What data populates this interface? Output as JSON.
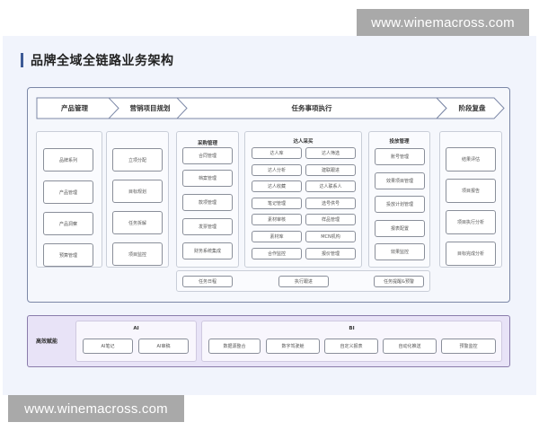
{
  "watermark": {
    "text": "www.winemacross.com"
  },
  "page": {
    "title": "品牌全域全链路业务架构"
  },
  "stages": [
    {
      "label": "产品管理"
    },
    {
      "label": "营销项目规划"
    },
    {
      "label": "任务事项执行"
    },
    {
      "label": "阶段复盘"
    }
  ],
  "product_management": {
    "items": [
      "品牌系列",
      "产品管理",
      "产品洞察",
      "预算管理"
    ]
  },
  "marketing_planning": {
    "items": [
      "立项分配",
      "目标规划",
      "任务拆解",
      "项目监控"
    ]
  },
  "procurement": {
    "title": "采购管理",
    "items": [
      "合同管理",
      "档案管理",
      "款项管理",
      "发票管理",
      "财务系统集成"
    ]
  },
  "talent_sourcing": {
    "title": "达人采买",
    "items": [
      "达人库",
      "达人筛选",
      "达人分析",
      "建联跟进",
      "达人收藏",
      "达人联系人",
      "笔记管理",
      "选号供号",
      "素材审核",
      "样品管理",
      "素材库",
      "MCN机构",
      "合作监控",
      "报价管理"
    ]
  },
  "ad_management": {
    "title": "投放管理",
    "items": [
      "账号管理",
      "效果项目管理",
      "投放计划管理",
      "报表配置",
      "效果监控"
    ]
  },
  "stage_review": {
    "items": [
      "结果评估",
      "项目报告",
      "项目执行分析",
      "目标完成分析"
    ]
  },
  "task_bar": {
    "items": [
      "任务日程",
      "执行跟进",
      "任务提醒&预警"
    ]
  },
  "enablement": {
    "label": "高效赋能",
    "ai": {
      "title": "AI",
      "items": [
        "AI笔记",
        "AI审稿"
      ]
    },
    "bi": {
      "title": "BI",
      "items": [
        "数据源整合",
        "数字驾驶舱",
        "自定义报表",
        "自动化推送",
        "预警监控"
      ]
    }
  },
  "colors": {
    "canvas_bg": "#f1f4fc",
    "title_accent": "#3d5a96",
    "frame_border": "#7b87a6",
    "enable_bg": "#e8e3f7",
    "enable_border": "#8a7cab"
  }
}
